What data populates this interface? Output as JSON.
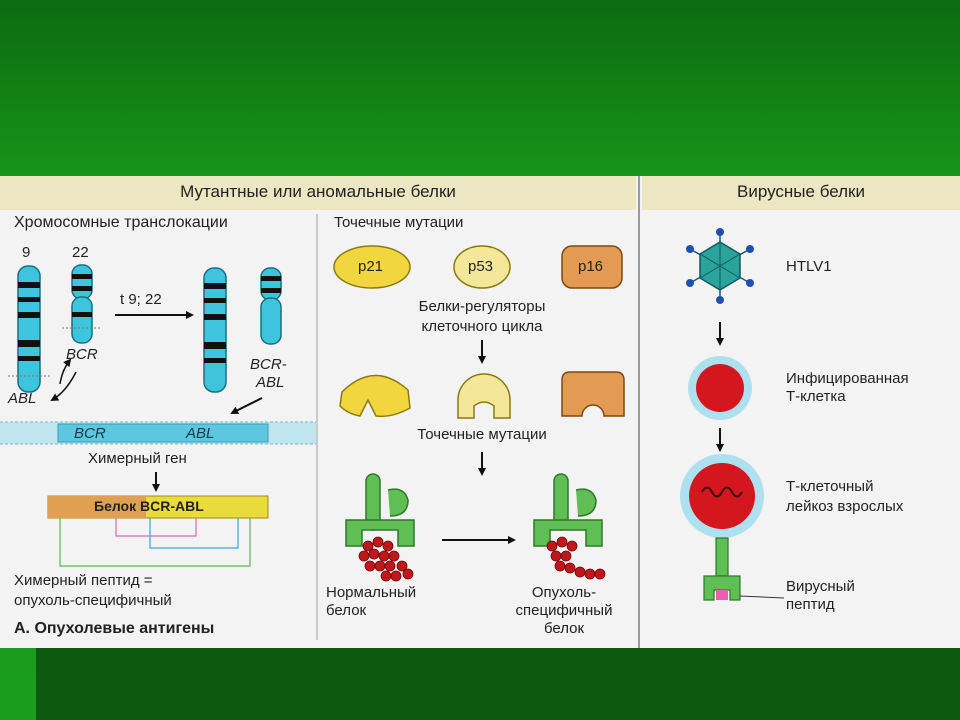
{
  "headers": {
    "mutant": "Мутантные или аномальные белки",
    "viral": "Вирусные белки"
  },
  "translocation": {
    "title": "Хромосомные транслокации",
    "chr9": "9",
    "chr22": "22",
    "t_label": "t 9; 22",
    "bcr": "BCR",
    "abl": "ABL",
    "bcr_abl_1": "BCR-",
    "bcr_abl_2": "ABL",
    "gene_bcr": "BCR",
    "gene_abl": "ABL",
    "chimeric_gene": "Химерный ген",
    "protein_bar": "Белок BCR-ABL",
    "peptide_1": "Химерный пептид =",
    "peptide_2": "опухоль-специфичный",
    "section_title": "А. Опухолевые антигены"
  },
  "point": {
    "title": "Точечные мутации",
    "p21": "p21",
    "p53": "p53",
    "p16": "p16",
    "regulators_1": "Белки-регуляторы",
    "regulators_2": "клеточного цикла",
    "point_mut_2": "Точечные мутации",
    "normal_1": "Нормальный",
    "normal_2": "белок",
    "tumor_1": "Опухоль-",
    "tumor_2": "специфичный",
    "tumor_3": "белок"
  },
  "viral": {
    "htlv": "HTLV1",
    "infected_1": "Инфицированная",
    "infected_2": "Т-клетка",
    "leukemia_1": "Т-клеточный",
    "leukemia_2": "лейкоз взрослых",
    "peptide_1": "Вирусный",
    "peptide_2": "пептид"
  },
  "colors": {
    "chromosome": "#3fc4dd",
    "band": "#111111",
    "p21": "#f2d640",
    "p53": "#f4e79a",
    "p16": "#e39a52",
    "mhc": "#5fbf55",
    "bead": "#c0161c",
    "cell": "#d4161e",
    "membrane": "#aee1ef",
    "virus": "#2aa39b"
  }
}
